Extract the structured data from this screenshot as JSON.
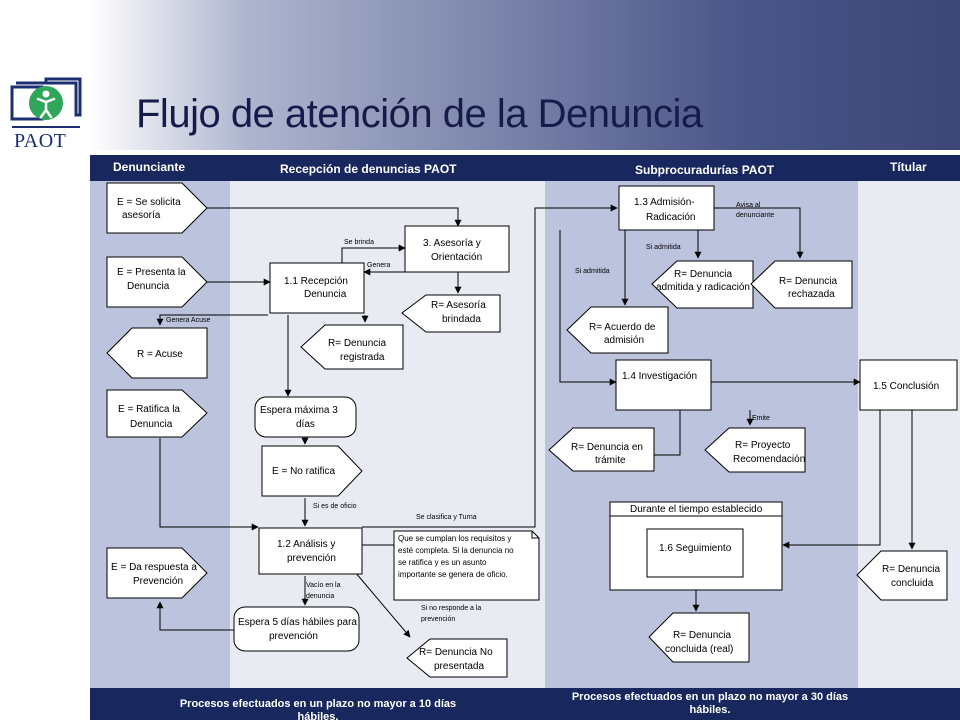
{
  "title": "Flujo de atención de la Denuncia",
  "logo_text": "PAOT",
  "lanes": {
    "denunciante": "Denunciante",
    "recepcion": "Recepción de denuncias PAOT",
    "subprocuradurias": "Subprocuradurías PAOT",
    "titular": "Títular"
  },
  "nodes": {
    "e_asesoria": [
      "E = Se solicita",
      "asesoría"
    ],
    "e_presenta": [
      "E = Presenta la",
      "Denuncia"
    ],
    "r_acuse": [
      "R = Acuse"
    ],
    "e_ratifica": [
      "E = Ratifica la",
      "Denuncia"
    ],
    "e_da_respuesta": [
      "E = Da respuesta a",
      "Prevención"
    ],
    "recepcion": [
      "1.1 Recepción",
      "Denuncia"
    ],
    "asesoria": [
      "3. Asesoría y",
      "Orientación"
    ],
    "r_asesoria": [
      "R= Asesoría",
      "brindada"
    ],
    "r_registrada": [
      "R= Denuncia",
      "registrada"
    ],
    "espera_3": [
      "Espera máxima  3",
      "días"
    ],
    "e_no_ratifica": [
      "E = No ratifica"
    ],
    "analisis": [
      "1.2 Análisis y",
      "prevención"
    ],
    "espera_5": [
      "Espera 5 días hábiles para",
      "prevención"
    ],
    "r_no_presentada": [
      "R= Denuncia No",
      "presentada"
    ],
    "nota": [
      "Que se cumplan los requisitos y",
      "esté completa.  Si la denuncia no",
      "se ratifica y es un asunto",
      "importante se genera de oficio."
    ],
    "admision": [
      "1.3 Admisión-",
      "Radicación"
    ],
    "r_admitida": [
      "R= Denuncia",
      "admitida y radicación"
    ],
    "r_rechazada": [
      "R= Denuncia",
      "rechazada"
    ],
    "r_acuerdo": [
      "R= Acuerdo de",
      "admisión"
    ],
    "investigacion": [
      "1.4 Investigación"
    ],
    "r_tramite": [
      "R= Denuncia en",
      "trámite"
    ],
    "r_proyecto": [
      "R= Proyecto",
      "Recomendación"
    ],
    "durante": [
      "Durante el tiempo establecido"
    ],
    "seguimiento": [
      "1.6 Seguimiento"
    ],
    "r_concluida_real": [
      "R= Denuncia",
      "concluida (real)"
    ],
    "conclusion": [
      "1.5 Conclusión"
    ],
    "r_concluida": [
      "R= Denuncia",
      "concluida"
    ]
  },
  "edge_labels": {
    "se_brinda": "Se brinda",
    "genera": "Genera",
    "genera_acuse": "Genera  Acuse",
    "si_oficio": "Si es de oficio",
    "se_clasifica": "Se clasifica y Turna",
    "vacio": [
      "Vacío en la",
      "denuncia"
    ],
    "no_responde": [
      "Si no responde  a la",
      "prevención"
    ],
    "avisa": [
      "Avisa al",
      "denunciante"
    ],
    "si_admitida_1": "Si admitida",
    "si_admitida_2": "Si admitida",
    "emite": "Emite"
  },
  "footer": {
    "left": "Procesos efectuados en un plazo no mayor a 10 días hábiles.",
    "right": [
      "Procesos efectuados en un plazo no mayor a 30 días",
      "hábiles."
    ]
  },
  "colors": {
    "header_band": "#18285e",
    "lane_dark": "#bcc3dc",
    "lane_light": "#e9ebf2",
    "title_color": "#161b4a"
  }
}
